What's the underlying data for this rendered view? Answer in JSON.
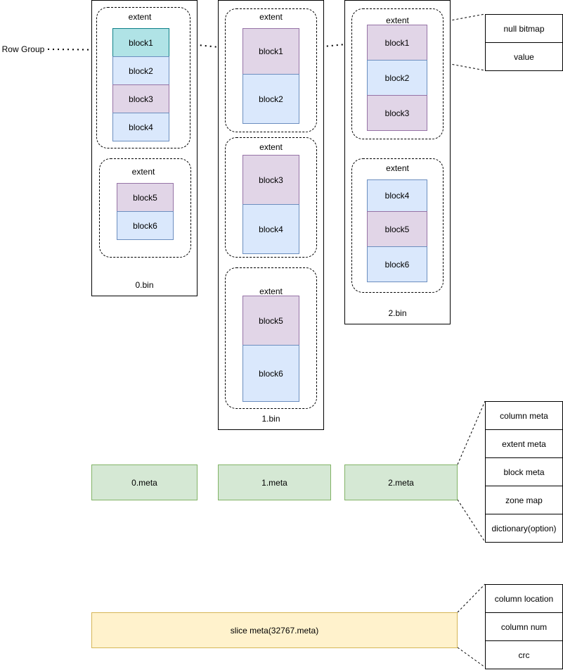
{
  "extent_label": "extent",
  "row_group_label": "Row Group",
  "bins": [
    {
      "file_label": "0.bin",
      "extents": [
        {
          "label": "extent",
          "blocks": [
            {
              "label": "block1",
              "kind": "teal"
            },
            {
              "label": "block2",
              "kind": "blue"
            },
            {
              "label": "block3",
              "kind": "purple"
            },
            {
              "label": "block4",
              "kind": "blue"
            }
          ]
        },
        {
          "label": "extent",
          "blocks": [
            {
              "label": "block5",
              "kind": "purple"
            },
            {
              "label": "block6",
              "kind": "blue"
            }
          ]
        }
      ]
    },
    {
      "file_label": "1.bin",
      "extents": [
        {
          "label": "extent",
          "blocks": [
            {
              "label": "block1",
              "kind": "purple"
            },
            {
              "label": "block2",
              "kind": "blue"
            }
          ]
        },
        {
          "label": "extent",
          "blocks": [
            {
              "label": "block3",
              "kind": "purple"
            },
            {
              "label": "block4",
              "kind": "blue"
            }
          ]
        },
        {
          "label": "extent",
          "blocks": [
            {
              "label": "block5",
              "kind": "purple"
            },
            {
              "label": "block6",
              "kind": "blue"
            }
          ]
        }
      ]
    },
    {
      "file_label": "2.bin",
      "extents": [
        {
          "label": "extent",
          "blocks": [
            {
              "label": "block1",
              "kind": "purple"
            },
            {
              "label": "block2",
              "kind": "blue"
            },
            {
              "label": "block3",
              "kind": "purple"
            }
          ]
        },
        {
          "label": "extent",
          "blocks": [
            {
              "label": "block4",
              "kind": "blue"
            },
            {
              "label": "block5",
              "kind": "purple"
            },
            {
              "label": "block6",
              "kind": "blue"
            }
          ]
        }
      ]
    }
  ],
  "block_detail": [
    "null bitmap",
    "value"
  ],
  "meta_files": [
    "0.meta",
    "1.meta",
    "2.meta"
  ],
  "meta_detail": [
    "column meta",
    "extent meta",
    "block meta",
    "zone map",
    "dictionary(option)"
  ],
  "slice_meta": "slice meta(32767.meta)",
  "slice_detail": [
    "column location",
    "column num",
    "crc"
  ],
  "colors": {
    "block_blue_fill": "#dae8fc",
    "block_blue_stroke": "#6c8ebf",
    "block_purple_fill": "#e1d5e7",
    "block_purple_stroke": "#9673a6",
    "block_teal_fill": "#b0e3e6",
    "block_teal_stroke": "#0e8088",
    "meta_fill": "#d5e8d4",
    "meta_stroke": "#82b366",
    "slice_fill": "#fff2cc",
    "slice_stroke": "#d6b656"
  }
}
